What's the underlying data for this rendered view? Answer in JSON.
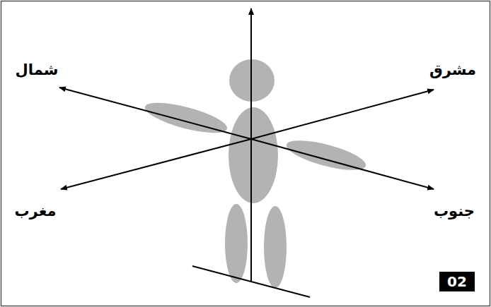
{
  "diagram": {
    "nodes": [
      {
        "text": [
          "02"
        ]
      }
    ],
    "labels": [
      "شمال",
      "مشرق",
      "مغرب",
      "جنوب"
    ]
  }
}
